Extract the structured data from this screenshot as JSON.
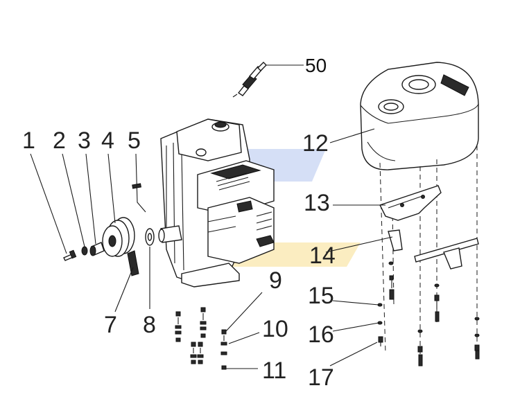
{
  "callouts": {
    "c1": "1",
    "c2": "2",
    "c3": "3",
    "c4": "4",
    "c5": "5",
    "c7": "7",
    "c8": "8",
    "c9": "9",
    "c10": "10",
    "c11": "11",
    "c12": "12",
    "c13": "13",
    "c14": "14",
    "c15": "15",
    "c16": "16",
    "c17": "17",
    "c50": "50"
  },
  "colors": {
    "line": "#1a1a1a",
    "watermark_blue": "#3f6fd6",
    "watermark_yellow": "#f0c020"
  }
}
